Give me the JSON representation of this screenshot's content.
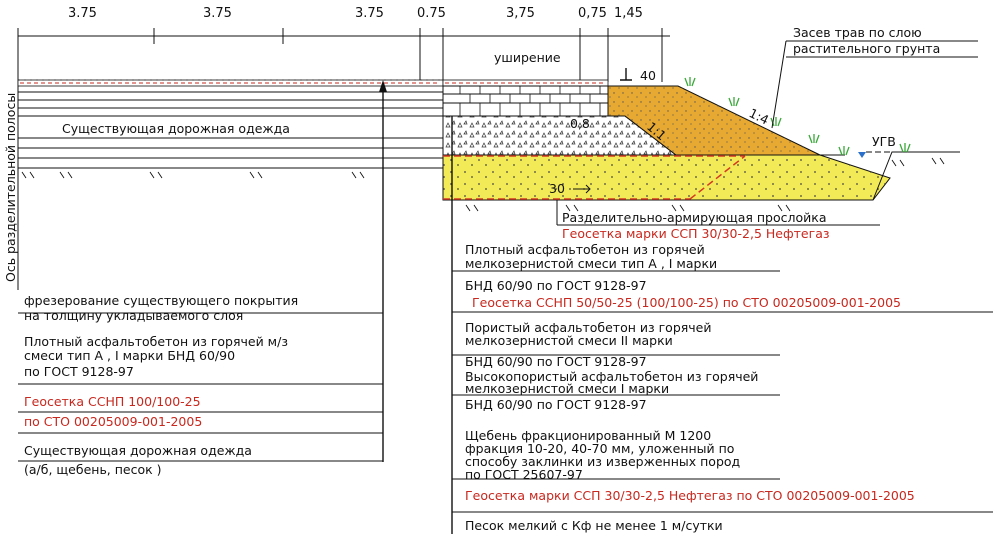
{
  "dimensions": [
    "3.75",
    "3.75",
    "3.75",
    "0.75",
    "3,75",
    "0,75",
    "1,45"
  ],
  "axis_label": "Ось разделительной полосы",
  "widening_label": "уширение",
  "top_dim": "40",
  "layer_dim": "30",
  "existing_pavement_label": "Существующая дорожная одежда",
  "slopes": {
    "embankment": "1:4",
    "fill": "1:1",
    "ratio": "0,8"
  },
  "gwl_label": "УГВ",
  "grass_note": [
    "Засев трав по слою",
    "растительного грунта"
  ],
  "separating_layer": {
    "label": "Разделительно-армирующая прослойка",
    "geogrid": "Геосетка марки ССП 30/30-2,5 Нефтегаз"
  },
  "left_notes": {
    "milling": [
      "фрезерование существующего покрытия",
      "на толщину укладываемого слоя"
    ],
    "dense_asphalt": [
      "Плотный асфальтобетон из горячей м/з",
      "смеси тип А , I марки БНД 60/90",
      "по ГОСТ 9128-97"
    ],
    "geogrid": [
      "Геосетка ССНП 100/100-25",
      "по СТО 00205009-001-2005"
    ],
    "existing": [
      "Существующая дорожная одежда",
      "(а/б, щебень, песок )"
    ]
  },
  "right_notes": {
    "dense_asphalt": [
      "Плотный асфальтобетон из горячей",
      "мелкозернистой смеси тип А , I марки",
      "БНД 60/90 по ГОСТ 9128-97"
    ],
    "geogrid1": "Геосетка ССНП 50/50-25 (100/100-25) по СТО 00205009-001-2005",
    "porous_asphalt": [
      "Пористый асфальтобетон из горячей",
      "мелкозернистой смеси  II марки",
      "БНД 60/90 по ГОСТ 9128-97"
    ],
    "high_porous_asphalt": [
      "Высокопористый асфальтобетон из горячей",
      "мелкозернистой смеси  I марки",
      "БНД 60/90 по ГОСТ 9128-97"
    ],
    "crushed_stone": [
      "Щебень фракционированный М 1200",
      "фракция 10-20, 40-70 мм, уложенный по",
      "способу заклинки из изверженных пород",
      "по ГОСТ 25607-97"
    ],
    "geogrid2": "Геосетка марки ССП 30/30-2,5 Нефтегаз по СТО 00205009-001-2005",
    "sand": "Песок мелкий с Кф не менее 1 м/сутки"
  },
  "colors": {
    "red_text": "#c8281e",
    "orange_fill": "#e7a932",
    "yellow_fill": "#f3ea57",
    "red_dash": "#d33a22",
    "grass": "#3aa83a"
  }
}
